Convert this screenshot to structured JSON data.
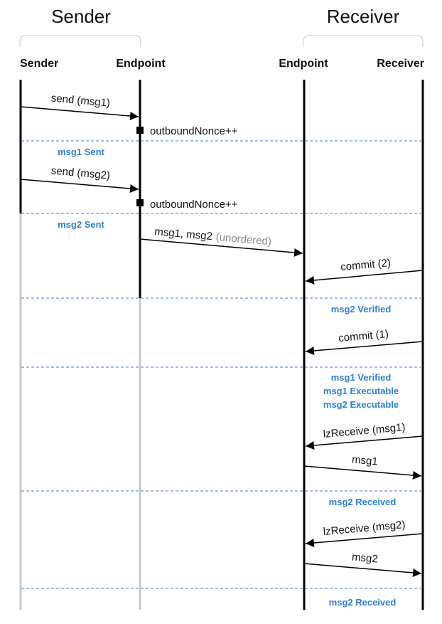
{
  "groups": {
    "sender": "Sender",
    "receiver": "Receiver"
  },
  "actors": {
    "sender": "Sender",
    "sender_endpoint": "Endpoint",
    "receiver_endpoint": "Endpoint",
    "receiver": "Receiver"
  },
  "messages": {
    "send1": "send (msg1)",
    "send2": "send (msg2)",
    "deliver": "msg1, msg2",
    "deliver_note": "(unordered)",
    "commit2": "commit (2)",
    "commit1": "commit (1)",
    "lzreceive1": "lzReceive (msg1)",
    "msg1": "msg1",
    "lzreceive2": "lzReceive (msg2)",
    "msg2": "msg2"
  },
  "state_updates": {
    "nonce1": "outboundNonce++",
    "nonce2": "outboundNonce++"
  },
  "notes": {
    "msg1_sent": "msg1 Sent",
    "msg2_sent": "msg2 Sent",
    "msg2_verified": "msg2 Verified",
    "msg1_verified": "msg1 Verified",
    "msg1_executable": "msg1 Executable",
    "msg2_executable": "msg2 Executable",
    "msg2_received_1": "msg2 Received",
    "msg2_received_2": "msg2 Received"
  },
  "colors": {
    "lifeline_active": "#000000",
    "lifeline_inactive": "#c8c8c8",
    "divider": "#3a7fd0",
    "note_text": "#2f80d0",
    "bracket": "#d8d8d8"
  }
}
